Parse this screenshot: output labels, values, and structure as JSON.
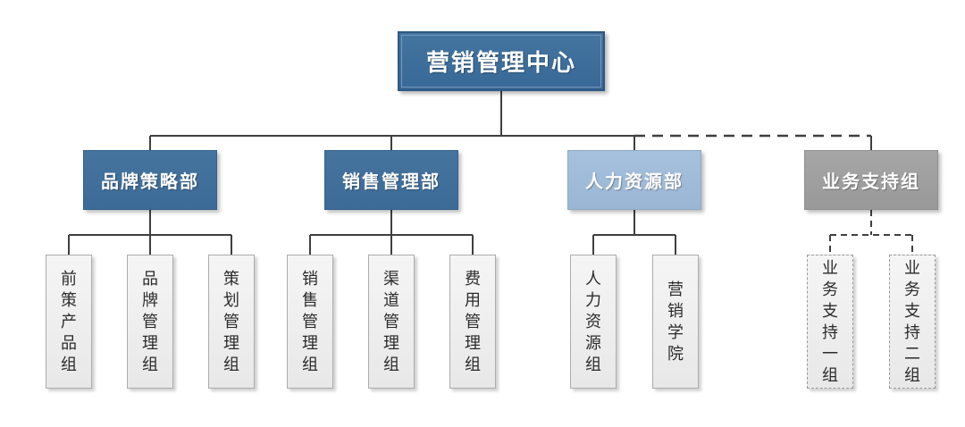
{
  "org": {
    "root_label": "营销管理中心",
    "departments": [
      {
        "label": "品牌策略部",
        "style": "blue",
        "children": [
          "前策产品组",
          "品牌管理组",
          "策划管理组"
        ]
      },
      {
        "label": "销售管理部",
        "style": "blue",
        "children": [
          "销售管理组",
          "渠道管理组",
          "费用管理组"
        ]
      },
      {
        "label": "人力资源部",
        "style": "light-blue",
        "children": [
          "人力资源组",
          "营销学院"
        ]
      },
      {
        "label": "业务支持组",
        "style": "gray",
        "dashed": true,
        "children": [
          "业务支持一组",
          "业务支持二组"
        ]
      }
    ]
  },
  "colors": {
    "connector": "#3F3F3F",
    "root-fill-top": "#44759F",
    "root-fill-bottom": "#386897",
    "root-border": "#2E5880",
    "root-inner-line": "#7499BE",
    "dept-fill-top": "#45749F",
    "dept-fill-bottom": "#3C6B97",
    "dept-border": "#35618C",
    "hr-fill-top": "#A6C1DD",
    "hr-fill-bottom": "#9AB6D5",
    "hr-border": "#90A9C6",
    "support-fill-top": "#A6A6A6",
    "support-fill-bottom": "#999999",
    "support-border": "#8F8F8F",
    "child-fill-top": "#F5F5F5",
    "child-fill-bottom": "#E8E8E8",
    "child-border": "#ACACAC",
    "child-text": "#2B2B2B"
  }
}
